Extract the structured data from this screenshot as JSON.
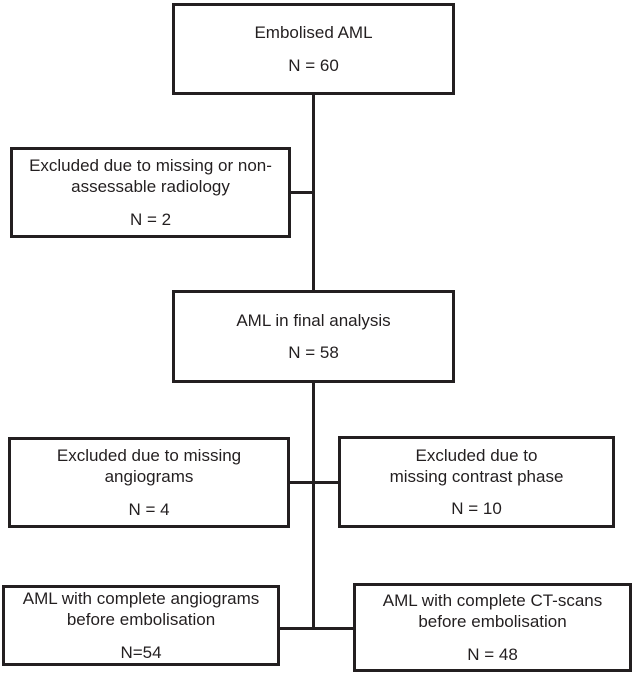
{
  "colors": {
    "line": "#231f20",
    "text": "#231f20",
    "background": "#ffffff"
  },
  "diagram": {
    "type": "flowchart",
    "boxes": {
      "embolised": {
        "label": "Embolised AML",
        "n": "N = 60"
      },
      "excluded_radiology": {
        "label": "Excluded due to missing or non-assessable radiology",
        "n": "N = 2"
      },
      "final_analysis": {
        "label": "AML in final analysis",
        "n": "N = 58"
      },
      "excluded_angiograms": {
        "label": "Excluded due to missing angiograms",
        "n": "N = 4"
      },
      "excluded_contrast": {
        "label": "Excluded due to missing contrast phase",
        "n": "N = 10"
      },
      "complete_angiograms": {
        "label": "AML with complete angiograms before embolisation",
        "n": "N=54"
      },
      "complete_ctscans": {
        "label": "AML with complete CT-scans before embolisation",
        "n": "N = 48"
      }
    }
  }
}
